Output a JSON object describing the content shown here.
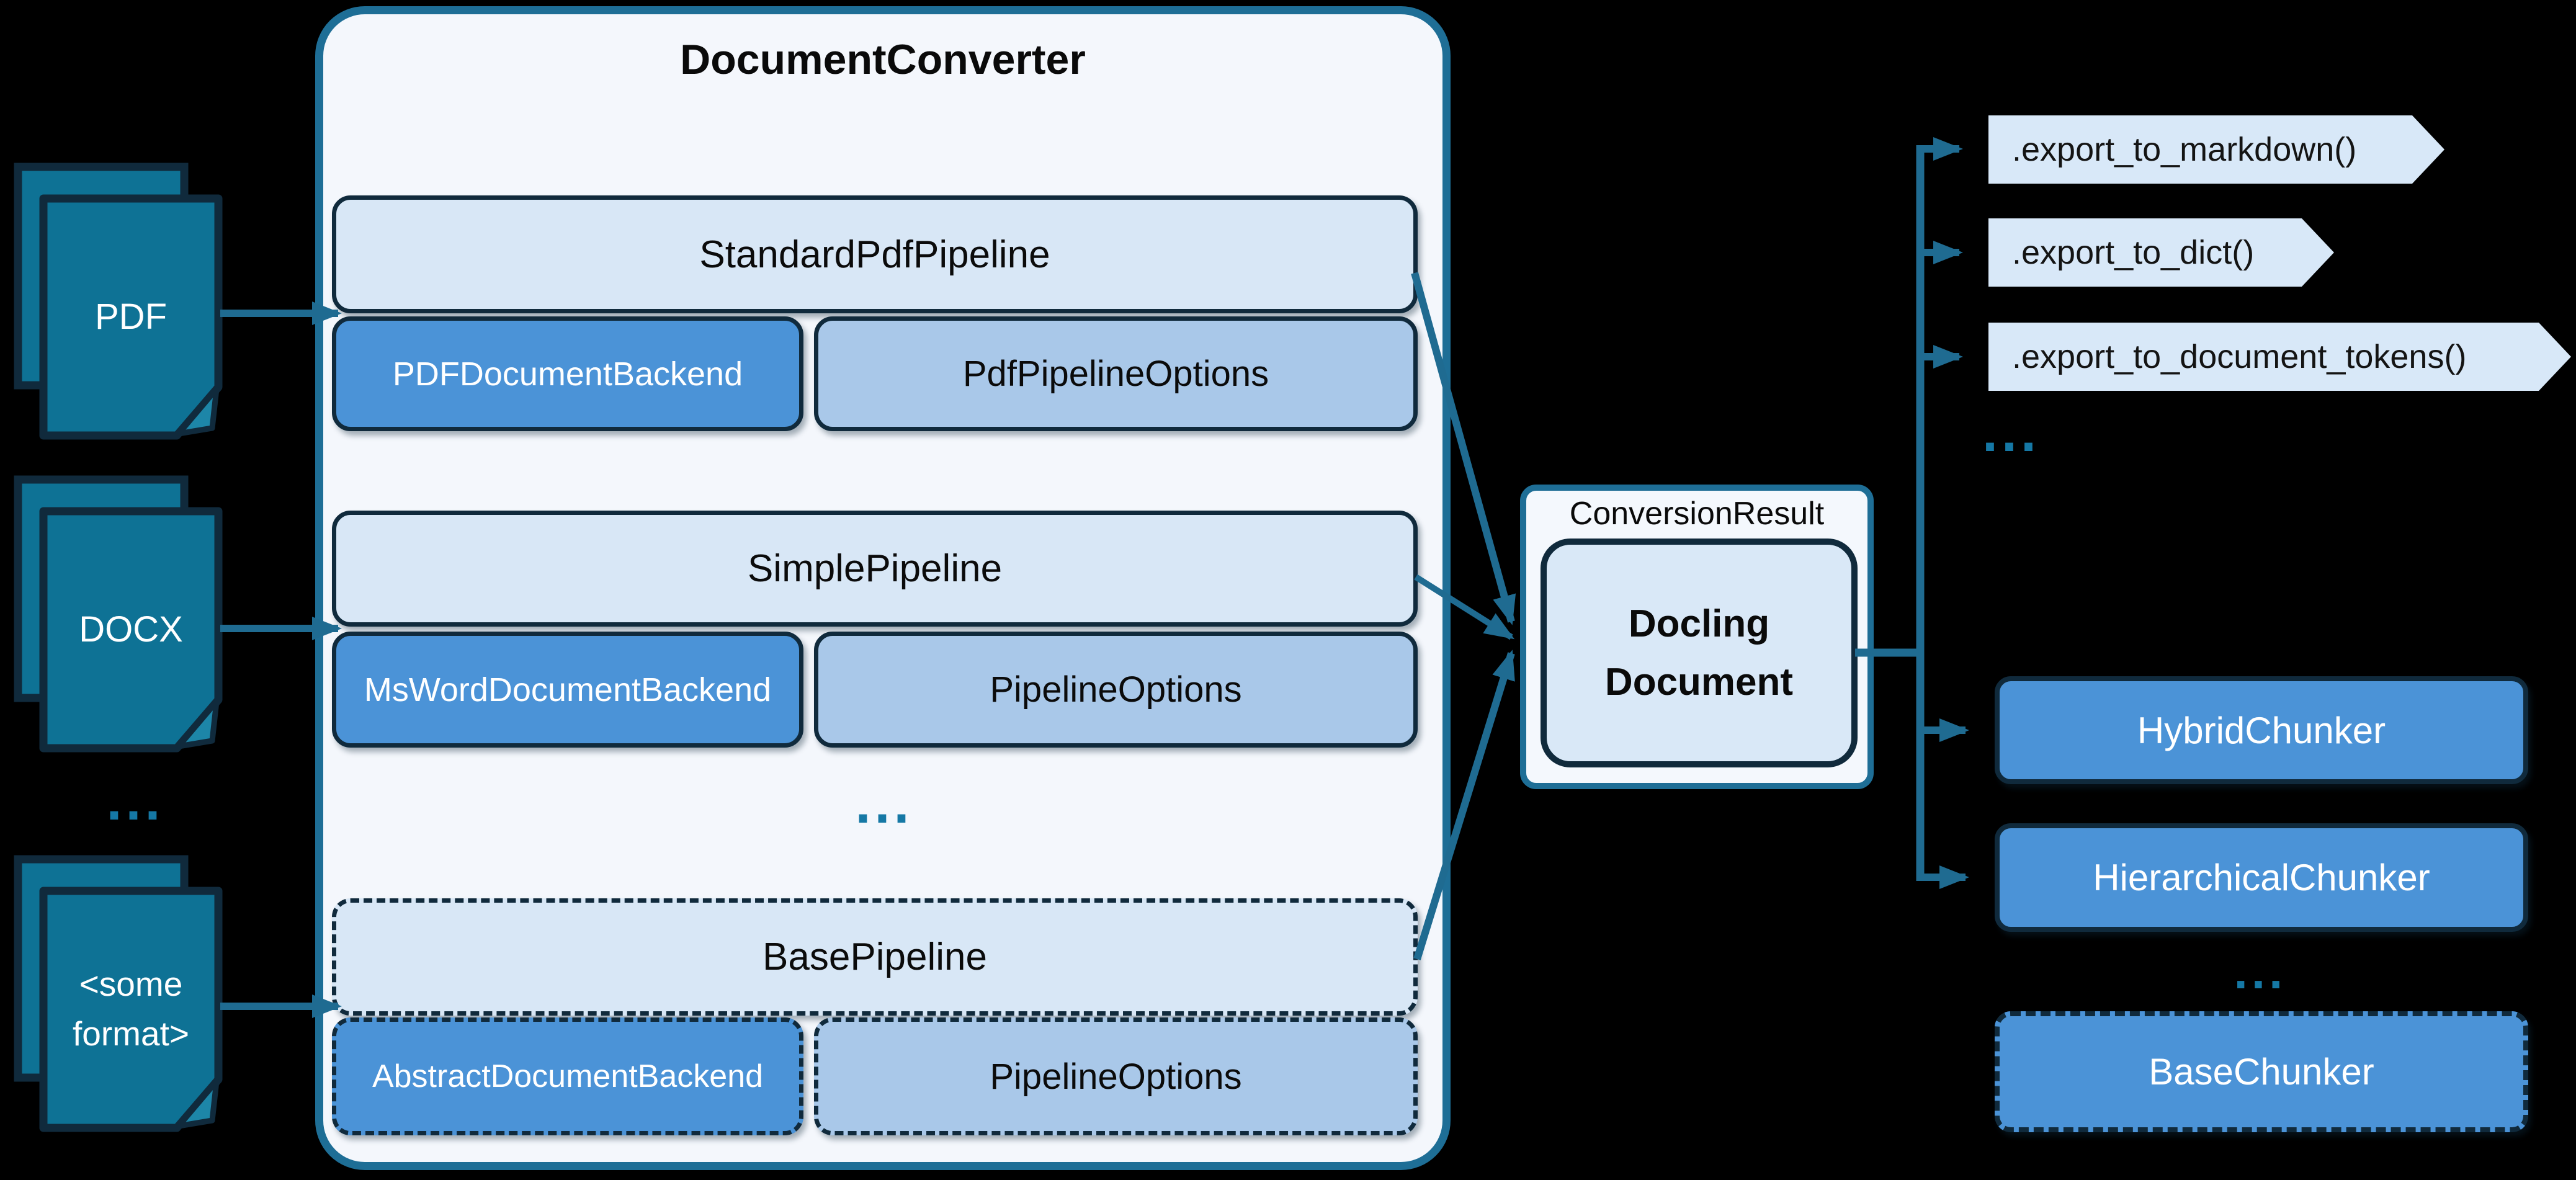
{
  "background_color": "#000000",
  "inputs": {
    "items": [
      {
        "name": "pdf",
        "label_lines": [
          "PDF"
        ]
      },
      {
        "name": "docx",
        "label_lines": [
          "DOCX"
        ]
      },
      {
        "name": "some-format",
        "label_lines": [
          "<some",
          "format>"
        ]
      }
    ],
    "ellipsis": "..."
  },
  "converter": {
    "title": "DocumentConverter",
    "pipelines": [
      {
        "name": "StandardPdfPipeline",
        "backend": "PDFDocumentBackend",
        "options": "PdfPipelineOptions",
        "style": "solid"
      },
      {
        "name": "SimplePipeline",
        "backend": "MsWordDocumentBackend",
        "options": "PipelineOptions",
        "style": "solid"
      },
      {
        "name": "BasePipeline",
        "backend": "AbstractDocumentBackend",
        "options": "PipelineOptions",
        "style": "dashed"
      }
    ],
    "ellipsis": "..."
  },
  "result": {
    "label": "ConversionResult",
    "document_lines": [
      "Docling",
      "Document"
    ]
  },
  "exports": {
    "methods": [
      ".export_to_markdown()",
      ".export_to_dict()",
      ".export_to_document_tokens()"
    ],
    "ellipsis": "..."
  },
  "chunkers": {
    "items": [
      {
        "label": "HybridChunker",
        "style": "solid"
      },
      {
        "label": "HierarchicalChunker",
        "style": "solid"
      },
      {
        "label": "BaseChunker",
        "style": "dashed"
      }
    ],
    "ellipsis": "..."
  },
  "colors": {
    "accent_teal": "#1e6e96",
    "navy_border": "#102a3c",
    "light_blue_fill": "#d8e7f6",
    "medium_light_blue_fill": "#a9c8e9",
    "medium_blue_fill": "#4b93d7",
    "container_fill": "#f4f7fc",
    "icon_teal_fill": "#0e7295",
    "dots_teal": "#1578a5"
  }
}
